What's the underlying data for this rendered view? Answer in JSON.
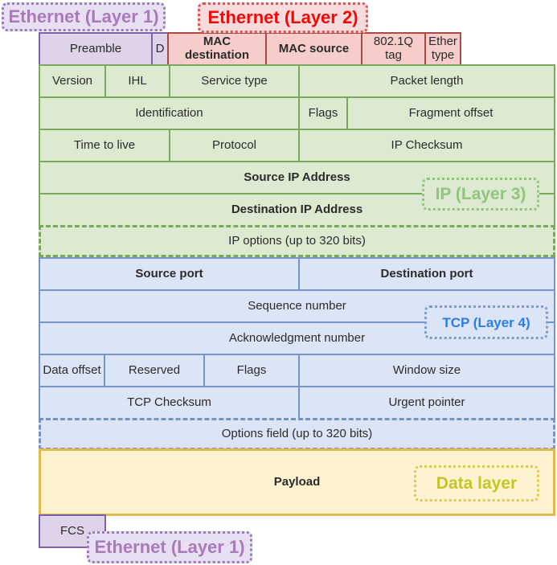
{
  "title": "Ethernet / IP / TCP packet structure diagram",
  "labels": {
    "ethernet_layer1_top": "Ethernet (Layer 1)",
    "ethernet_layer2": "Ethernet (Layer 2)",
    "ip_layer3": "IP (Layer 3)",
    "tcp_layer4": "TCP (Layer 4)",
    "data_layer": "Data layer",
    "ethernet_layer1_bottom": "Ethernet (Layer 1)"
  },
  "ethernet_header": {
    "preamble": "Preamble",
    "delimiter": "D",
    "mac_destination": "MAC destination",
    "mac_source": "MAC source",
    "vlan_tag": "802.1Q tag",
    "ether_type": "Ether type",
    "fcs": "FCS"
  },
  "ip_header": {
    "version": "Version",
    "ihl": "IHL",
    "service_type": "Service type",
    "packet_length": "Packet length",
    "identification": "Identification",
    "flags": "Flags",
    "fragment_offset": "Fragment offset",
    "time_to_live": "Time to live",
    "protocol": "Protocol",
    "checksum": "IP Checksum",
    "source_address": "Source IP Address",
    "destination_address": "Destination IP Address",
    "options": "IP options (up to 320 bits)"
  },
  "tcp_header": {
    "source_port": "Source port",
    "destination_port": "Destination port",
    "sequence_number": "Sequence number",
    "acknowledgment_number": "Acknowledgment number",
    "data_offset": "Data offset",
    "reserved": "Reserved",
    "flags": "Flags",
    "window_size": "Window size",
    "checksum": "TCP Checksum",
    "urgent_pointer": "Urgent pointer",
    "options": "Options field (up to 320 bits)"
  },
  "payload": {
    "label": "Payload"
  },
  "colors": {
    "ethernet_fill": "#ded3e9",
    "ethernet_border": "#7e62a9",
    "ethernet_l1_label_text": "#a77ab8",
    "ethernet_l2_fill": "#f6cdca",
    "ethernet_l2_border": "#a84b42",
    "ethernet_l2_label_text": "#f60606",
    "ip_fill": "#dcead2",
    "ip_border": "#7aa85d",
    "ip_label_text": "#93c47d",
    "tcp_fill": "#dbe5f5",
    "tcp_border": "#7693c1",
    "tcp_label_text": "#2b7cea",
    "payload_fill": "#fdf3d1",
    "payload_border": "#dfba4e",
    "data_layer_label_text": "#c3c624"
  }
}
